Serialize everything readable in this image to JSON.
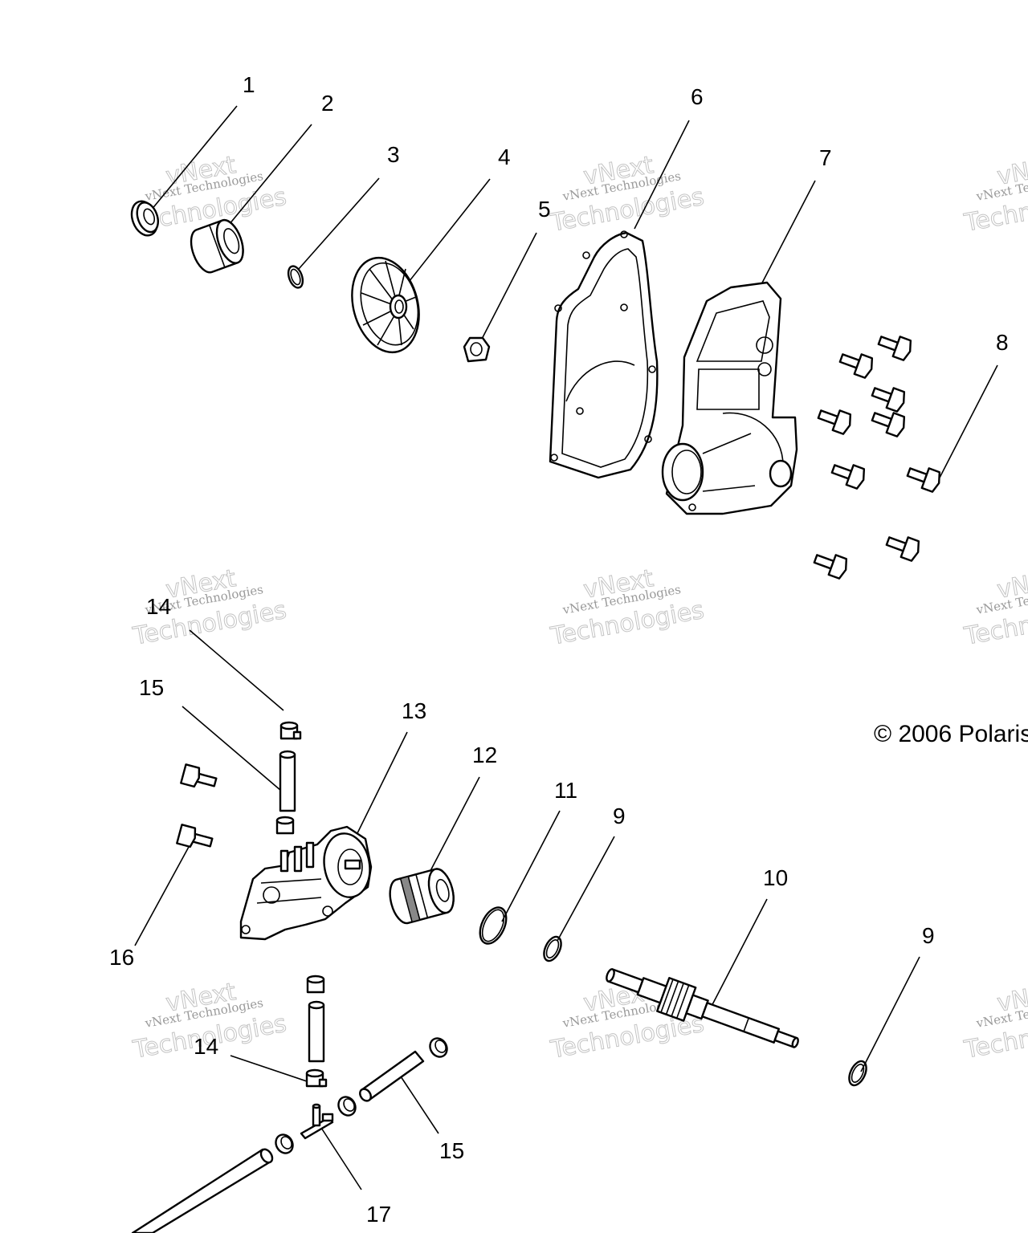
{
  "diagram": {
    "callouts": [
      {
        "id": "c1",
        "text": "1"
      },
      {
        "id": "c2",
        "text": "2"
      },
      {
        "id": "c3",
        "text": "3"
      },
      {
        "id": "c4",
        "text": "4"
      },
      {
        "id": "c5",
        "text": "5"
      },
      {
        "id": "c6",
        "text": "6"
      },
      {
        "id": "c7",
        "text": "7"
      },
      {
        "id": "c8",
        "text": "8"
      },
      {
        "id": "c14a",
        "text": "14"
      },
      {
        "id": "c15a",
        "text": "15"
      },
      {
        "id": "c13",
        "text": "13"
      },
      {
        "id": "c12",
        "text": "12"
      },
      {
        "id": "c11",
        "text": "11"
      },
      {
        "id": "c9a",
        "text": "9"
      },
      {
        "id": "c10",
        "text": "10"
      },
      {
        "id": "c9b",
        "text": "9"
      },
      {
        "id": "c16",
        "text": "16"
      },
      {
        "id": "c14b",
        "text": "14"
      },
      {
        "id": "c15b",
        "text": "15"
      },
      {
        "id": "c17",
        "text": "17"
      }
    ],
    "copyright": "© 2006 Polaris",
    "watermark": {
      "line1": "vNext Technologies",
      "line2": "vNext",
      "line3": "Technologies"
    }
  }
}
